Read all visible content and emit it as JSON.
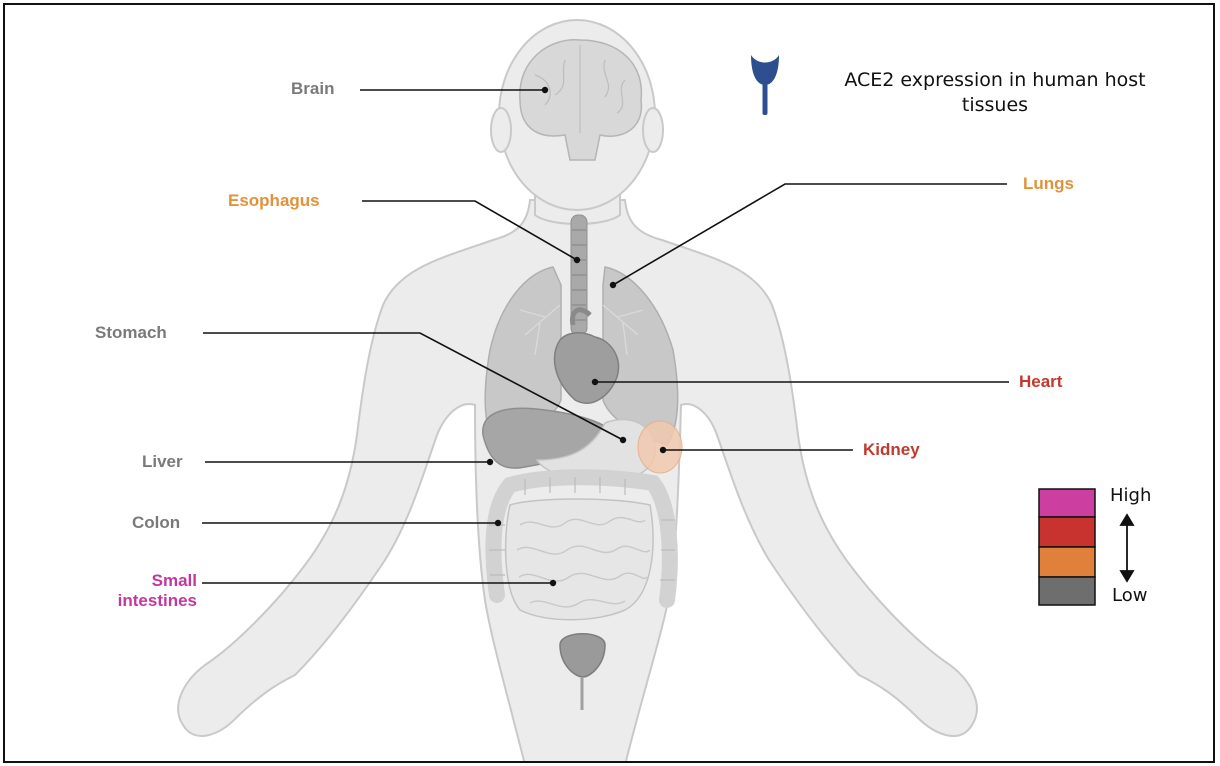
{
  "legend": {
    "title_line1": "ACE2 expression in human host",
    "title_line2": "tissues",
    "receptor_icon": "ace2-receptor-icon"
  },
  "scale": {
    "high_label": "High",
    "low_label": "Low",
    "colors": {
      "high": "#cc3fa0",
      "medium_high": "#c8322f",
      "medium_low": "#e0803a",
      "low": "#6e6e6e"
    }
  },
  "organs": {
    "brain": {
      "label": "Brain",
      "color": "#7a7a7a",
      "level": "low"
    },
    "esophagus": {
      "label": "Esophagus",
      "color": "#e3923a",
      "level": "medium-low"
    },
    "lungs": {
      "label": "Lungs",
      "color": "#e3923a",
      "level": "medium-low"
    },
    "stomach": {
      "label": "Stomach",
      "color": "#7a7a7a",
      "level": "low"
    },
    "heart": {
      "label": "Heart",
      "color": "#c23a2c",
      "level": "medium-high"
    },
    "kidney": {
      "label": "Kidney",
      "color": "#c23a2c",
      "level": "medium-high"
    },
    "liver": {
      "label": "Liver",
      "color": "#7a7a7a",
      "level": "low"
    },
    "colon": {
      "label": "Colon",
      "color": "#7a7a7a",
      "level": "low"
    },
    "small_intestines": {
      "label_line1": "Small",
      "label_line2": "intestines",
      "color": "#c2389f",
      "level": "high"
    }
  }
}
